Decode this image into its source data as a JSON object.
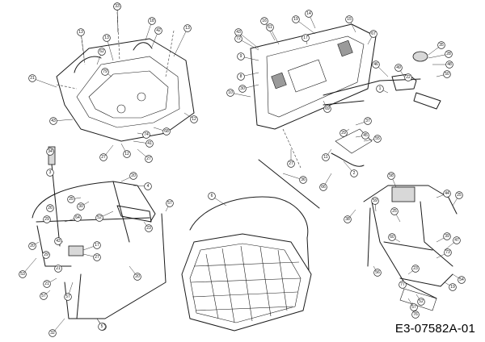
{
  "diagram_code": "E3-07582A-01",
  "callouts": [
    {
      "label": "13"
    },
    {
      "label": "13"
    },
    {
      "label": "18"
    },
    {
      "label": "42"
    },
    {
      "label": "13"
    },
    {
      "label": "13"
    },
    {
      "label": "62"
    },
    {
      "label": "79"
    },
    {
      "label": "21"
    },
    {
      "label": "43"
    },
    {
      "label": "12"
    },
    {
      "label": "68"
    },
    {
      "label": "74"
    },
    {
      "label": "41"
    },
    {
      "label": "27"
    },
    {
      "label": "12"
    },
    {
      "label": "27"
    },
    {
      "label": "34"
    },
    {
      "label": "3"
    },
    {
      "label": "20"
    },
    {
      "label": "4"
    },
    {
      "label": "25"
    },
    {
      "label": "30"
    },
    {
      "label": "26"
    },
    {
      "label": "52"
    },
    {
      "label": "29"
    },
    {
      "label": "23"
    },
    {
      "label": "57"
    },
    {
      "label": "17"
    },
    {
      "label": "43"
    },
    {
      "label": "27"
    },
    {
      "label": "20"
    },
    {
      "label": "29"
    },
    {
      "label": "20"
    },
    {
      "label": "53"
    },
    {
      "label": "21"
    },
    {
      "label": "21"
    },
    {
      "label": "57"
    },
    {
      "label": "57"
    },
    {
      "label": "64"
    },
    {
      "label": "32"
    },
    {
      "label": "19"
    },
    {
      "label": "14"
    },
    {
      "label": "15"
    },
    {
      "label": "67"
    },
    {
      "label": "43"
    },
    {
      "label": "72"
    },
    {
      "label": "16"
    },
    {
      "label": "61"
    },
    {
      "label": "17"
    },
    {
      "label": "9"
    },
    {
      "label": "8"
    },
    {
      "label": "30"
    },
    {
      "label": "10"
    },
    {
      "label": "27"
    },
    {
      "label": "69"
    },
    {
      "label": "1"
    },
    {
      "label": "46"
    },
    {
      "label": "49"
    },
    {
      "label": "22"
    },
    {
      "label": "35"
    },
    {
      "label": "28"
    },
    {
      "label": "48"
    },
    {
      "label": "50"
    },
    {
      "label": "29"
    },
    {
      "label": "37"
    },
    {
      "label": "45"
    },
    {
      "label": "55"
    },
    {
      "label": "2"
    },
    {
      "label": "66"
    },
    {
      "label": "36"
    },
    {
      "label": "6"
    },
    {
      "label": "58"
    },
    {
      "label": "44"
    },
    {
      "label": "25"
    },
    {
      "label": "59"
    },
    {
      "label": "25"
    },
    {
      "label": "60"
    },
    {
      "label": "39"
    },
    {
      "label": "47"
    },
    {
      "label": "23"
    },
    {
      "label": "73"
    },
    {
      "label": "54"
    },
    {
      "label": "19"
    },
    {
      "label": "52"
    },
    {
      "label": "76"
    },
    {
      "label": "57"
    },
    {
      "label": "77"
    },
    {
      "label": "56"
    },
    {
      "label": "5"
    },
    {
      "label": "64"
    },
    {
      "label": "38"
    },
    {
      "label": "11"
    },
    {
      "label": "33"
    }
  ]
}
